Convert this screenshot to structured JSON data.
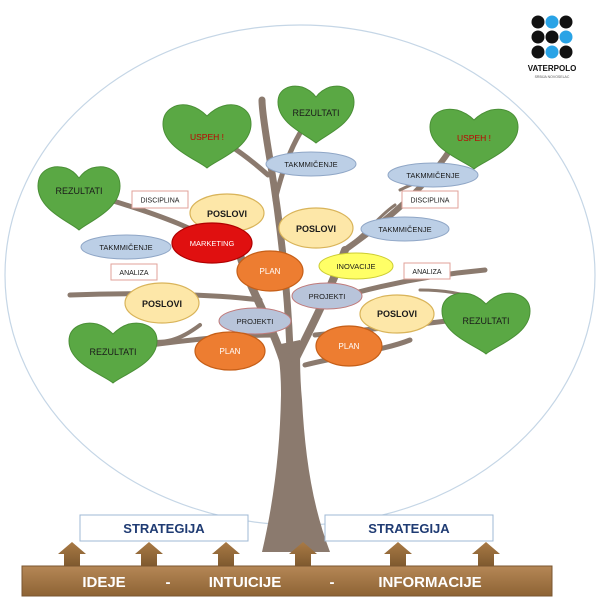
{
  "logo": {
    "name": "VATERPOLO",
    "subtitle": "SRBIJA NOVOSELAC"
  },
  "hearts": [
    {
      "label": "REZULTATI",
      "color": "#1a1a1a"
    },
    {
      "label": "USPEH !",
      "color": "#c00000"
    },
    {
      "label": "USPEH !",
      "color": "#c00000"
    },
    {
      "label": "REZULTATI",
      "color": "#1a1a1a"
    },
    {
      "label": "REZULTATI",
      "color": "#1a1a1a"
    },
    {
      "label": "REZULTATI",
      "color": "#1a1a1a"
    }
  ],
  "ovals": [
    {
      "label": "TAKMMIČENJE"
    },
    {
      "label": "TAKMMIČENJE"
    },
    {
      "label": "POSLOVI"
    },
    {
      "label": "POSLOVI"
    },
    {
      "label": "TAKMMIČENJE"
    },
    {
      "label": "TAKMMIČENJE"
    },
    {
      "label": "MARKETING"
    },
    {
      "label": "PLAN"
    },
    {
      "label": "INOVACIJE"
    },
    {
      "label": "PROJEKTI"
    },
    {
      "label": "POSLOVI"
    },
    {
      "label": "POSLOVI"
    },
    {
      "label": "PROJEKTI"
    },
    {
      "label": "PLAN"
    },
    {
      "label": "PLAN"
    }
  ],
  "tags": [
    {
      "label": "DISCIPLINA"
    },
    {
      "label": "DISCIPLINA"
    },
    {
      "label": "ANALIZA"
    },
    {
      "label": "ANALIZA"
    }
  ],
  "strategy": {
    "left": "STRATEGIJA",
    "right": "STRATEGIJA"
  },
  "base": {
    "item1": "IDEJE",
    "sep1": "-",
    "item2": "INTUICIJE",
    "sep2": "-",
    "item3": "INFORMACIJE"
  },
  "colors": {
    "heart_green": "#5aa844",
    "trunk_brown": "#8b7a6e",
    "poslovi_fill": "#fde7a8",
    "takm_fill": "#bccfe6",
    "marketing_fill": "#e01010",
    "plan_fill": "#ed7d31",
    "inovacije_fill": "#ffff66",
    "projekti_fill": "#b8c4da",
    "base_brown": "#a87c4f",
    "strategy_text": "#1f3b73"
  }
}
